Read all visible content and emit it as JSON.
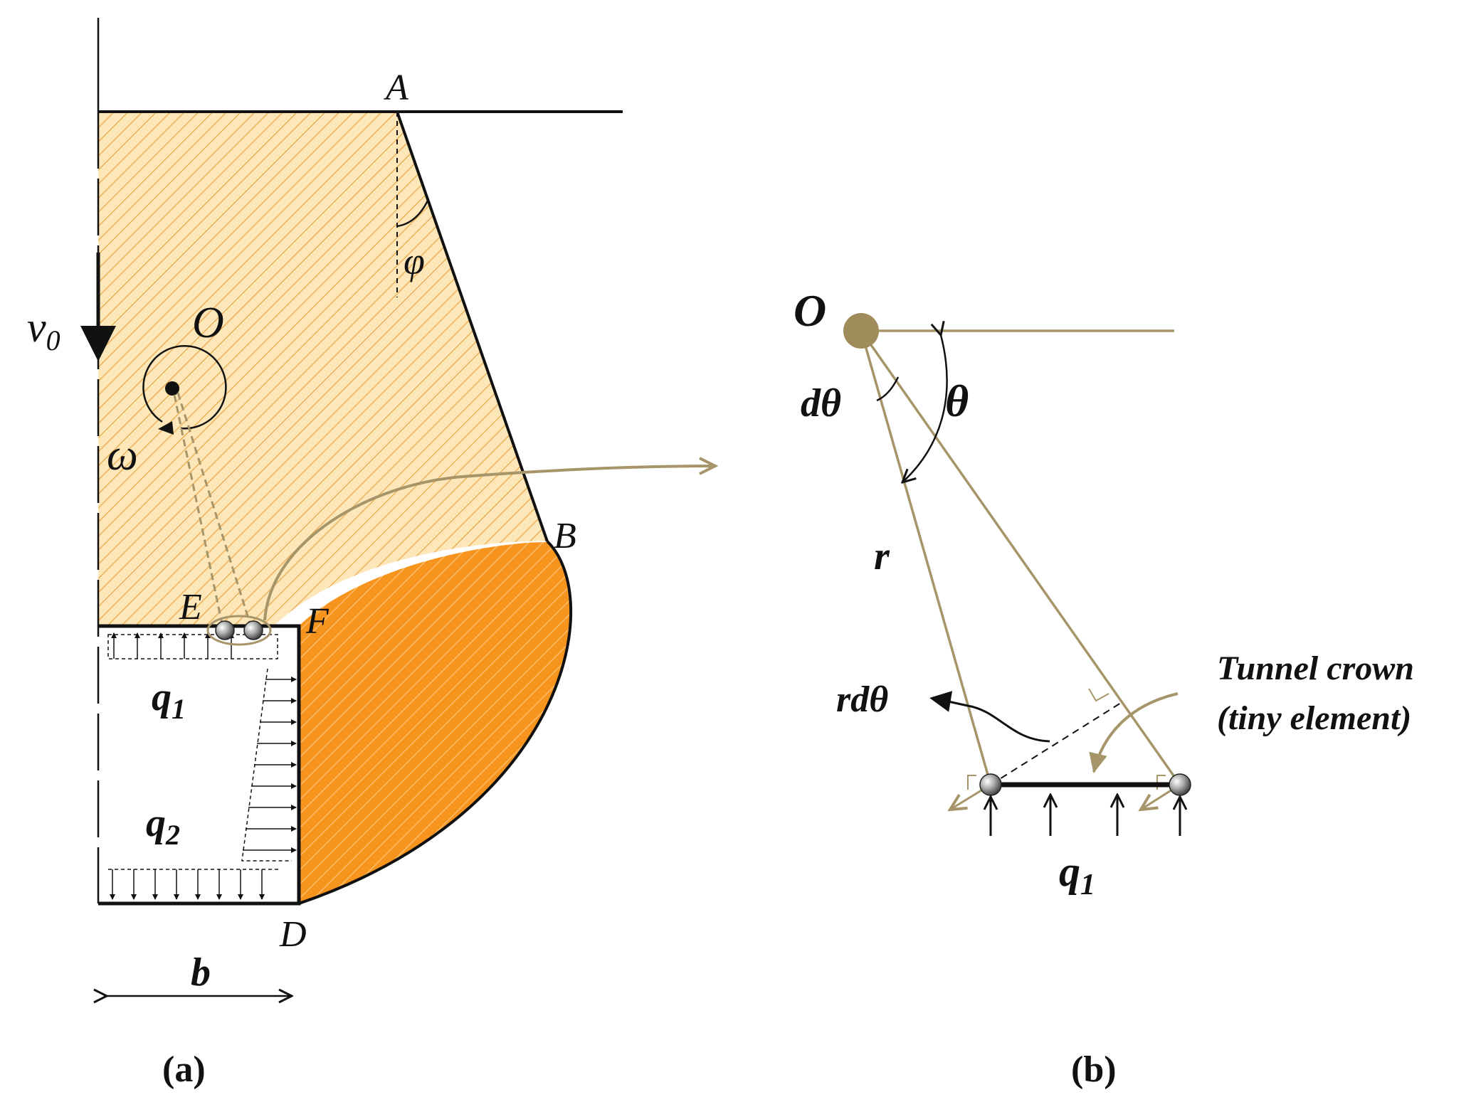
{
  "panel_a": {
    "caption": "(a)",
    "points": {
      "A": "A",
      "B": "B",
      "D": "D",
      "E": "E",
      "F": "F",
      "O": "O"
    },
    "angle_phi": "φ",
    "velocity": "v",
    "velocity_sub": "0",
    "omega": "ω",
    "q1": "q",
    "q1_sub": "1",
    "q2": "q",
    "q2_sub": "2",
    "width": "b"
  },
  "panel_b": {
    "caption": "(b)",
    "center": "O",
    "dtheta": "dθ",
    "theta": "θ",
    "radius": "r",
    "rdtheta": "rdθ",
    "note_line1": "Tunnel crown",
    "note_line2": "(tiny element)",
    "load": "q",
    "load_sub": "1"
  },
  "colors": {
    "light_block": "#fde6b8",
    "hatch": "#e8a84a",
    "dark_block": "#f7941d",
    "olive": "#a7956a",
    "olive_dark": "#8c7a4e",
    "ink": "#111111"
  }
}
